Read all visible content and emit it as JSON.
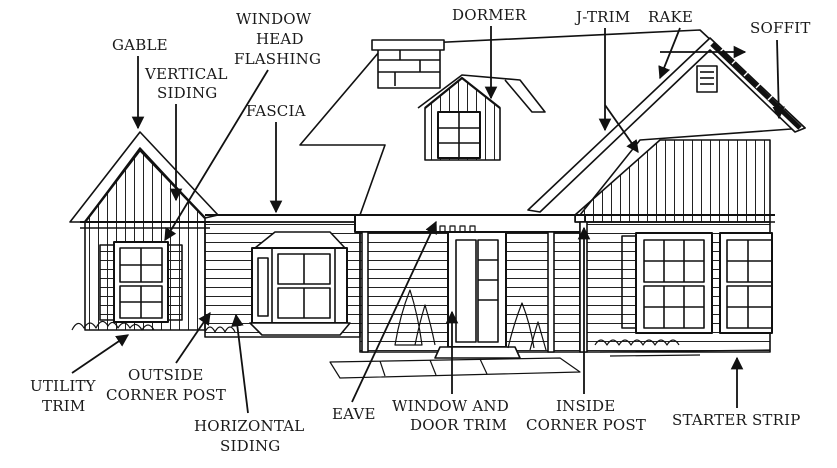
{
  "labels": {
    "gable": [
      "GABLE"
    ],
    "vertical_siding": [
      "VERTICAL",
      "SIDING"
    ],
    "window_head_flashing": [
      "WINDOW",
      "HEAD",
      "FLASHING"
    ],
    "fascia": [
      "FASCIA"
    ],
    "dormer": [
      "DORMER"
    ],
    "j_trim": [
      "J-TRIM"
    ],
    "rake": [
      "RAKE"
    ],
    "soffit": [
      "SOFFIT"
    ],
    "utility_trim": [
      "UTILITY",
      "TRIM"
    ],
    "outside_corner_post": [
      "OUTSIDE",
      "CORNER POST"
    ],
    "horizontal_siding": [
      "HORIZONTAL",
      "SIDING"
    ],
    "eave": [
      "EAVE"
    ],
    "window_and_door_trim": [
      "WINDOW AND",
      "DOOR TRIM"
    ],
    "inside_corner_post": [
      "INSIDE",
      "CORNER POST"
    ],
    "starter_strip": [
      "STARTER STRIP"
    ]
  }
}
